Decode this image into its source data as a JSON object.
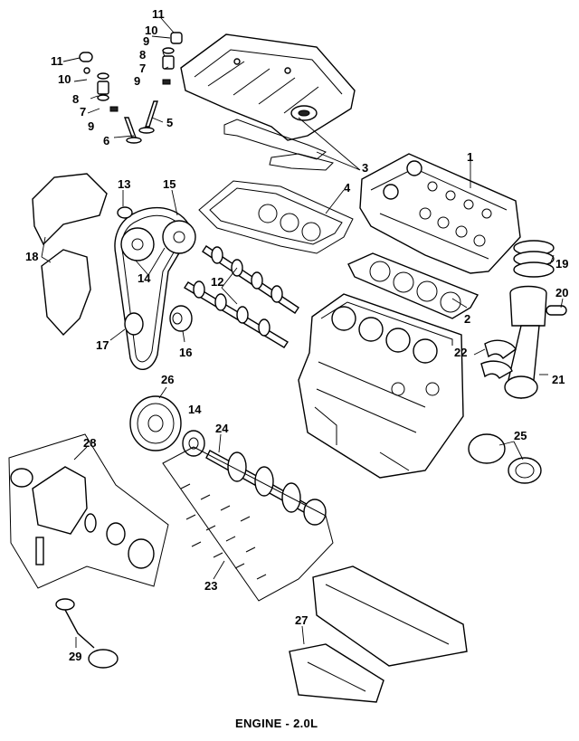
{
  "diagram": {
    "caption": "ENGINE - 2.0L",
    "callouts": {
      "c1": "1",
      "c2": "2",
      "c3": "3",
      "c4": "4",
      "c5": "5",
      "c6": "6",
      "c7a": "7",
      "c7b": "7",
      "c8a": "8",
      "c8b": "8",
      "c9a": "9",
      "c9b": "9",
      "c9c": "9",
      "c10a": "10",
      "c10b": "10",
      "c11a": "11",
      "c11b": "11",
      "c12": "12",
      "c13": "13",
      "c14a": "14",
      "c14b": "14",
      "c15": "15",
      "c16": "16",
      "c17": "17",
      "c18": "18",
      "c19": "19",
      "c20": "20",
      "c21": "21",
      "c22": "22",
      "c23": "23",
      "c24": "24",
      "c25": "25",
      "c26": "26",
      "c27": "27",
      "c28": "28",
      "c29": "29"
    }
  }
}
